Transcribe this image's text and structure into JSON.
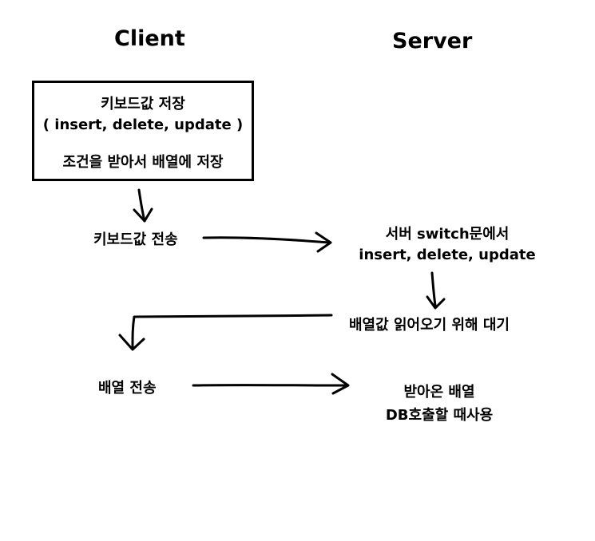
{
  "headers": {
    "client": "Client",
    "server": "Server"
  },
  "client_box": {
    "line1": "키보드값 저장",
    "line2": "( insert, delete, update )",
    "line3": "조건을 받아서 배열에 저장"
  },
  "client_send_keyboard": "키보드값 전송",
  "server_switch": {
    "line1": "서버 switch문에서",
    "line2": "insert, delete, update"
  },
  "server_wait": "배열값 읽어오기 위해 대기",
  "client_send_array": "배열 전송",
  "server_receive": {
    "line1": "받아온 배열",
    "line2": "DB호출할 때사용"
  }
}
